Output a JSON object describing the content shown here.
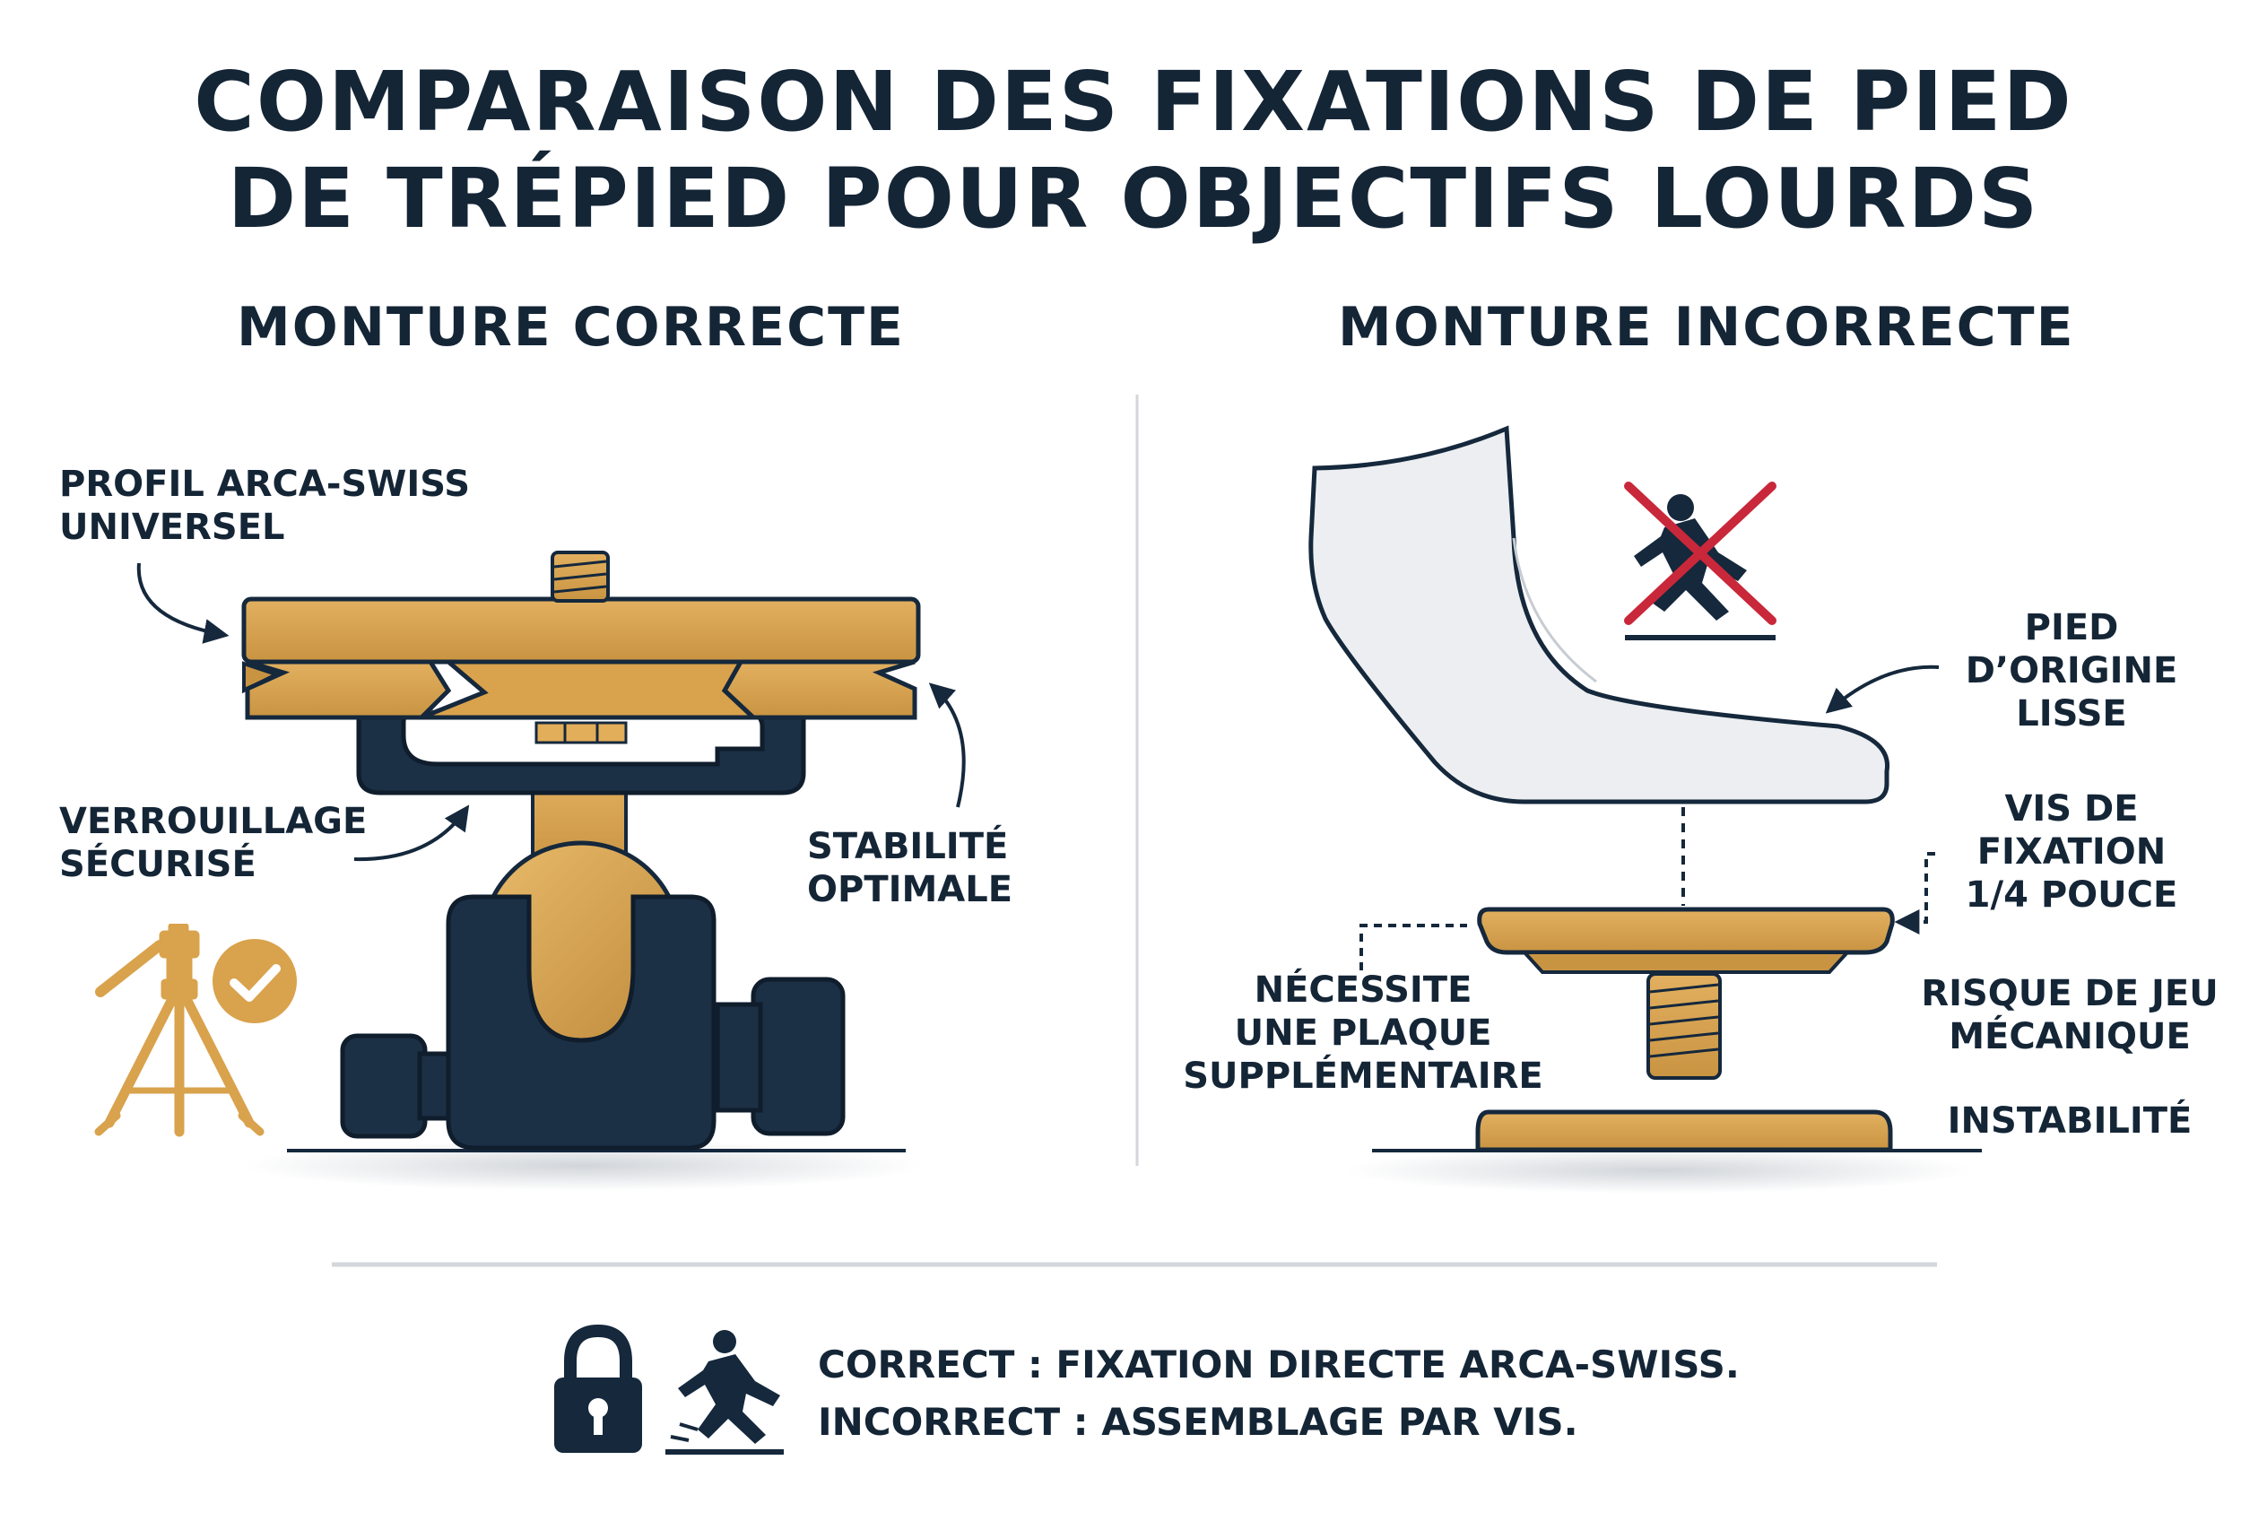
{
  "title": {
    "line1": "COMPARAISON DES FIXATIONS DE PIED",
    "line2": "DE TRÉPIED POUR OBJECTIFS LOURDS"
  },
  "correct": {
    "heading": "MONTURE CORRECTE",
    "labels": {
      "arca_profile": "PROFIL ARCA-SWISS\nUNIVERSEL",
      "secure_lock": "VERROUILLAGE\nSÉCURISÉ",
      "stability": "STABILITÉ\nOPTIMALE"
    }
  },
  "incorrect": {
    "heading": "MONTURE INCORRECTE",
    "labels": {
      "smooth_foot": "PIED\nD’ORIGINE\nLISSE",
      "screw": "VIS DE\nFIXATION\n1/4 POUCE",
      "extra_plate": "NÉCESSITE\nUNE PLAQUE\nSUPPLÉMENTAIRE",
      "play_risk": "RISQUE DE JEU\nMÉCANIQUE",
      "instability": "INSTABILITÉ"
    }
  },
  "legend": {
    "correct_line": "CORRECT : FIXATION DIRECTE ARCA-SWISS.",
    "incorrect_line": "INCORRECT : ASSEMBLAGE PAR VIS."
  },
  "icons": {
    "tripod": "tripod-icon",
    "check": "check-icon",
    "no_slip": "no-slip-warning-icon",
    "lock": "lock-icon",
    "falling_person": "falling-person-icon"
  },
  "colors": {
    "navy": "#15283c",
    "gold": "#d9a24c",
    "gold_dark": "#b9853a",
    "red": "#c9283a",
    "foot_gray": "#eceef1"
  }
}
